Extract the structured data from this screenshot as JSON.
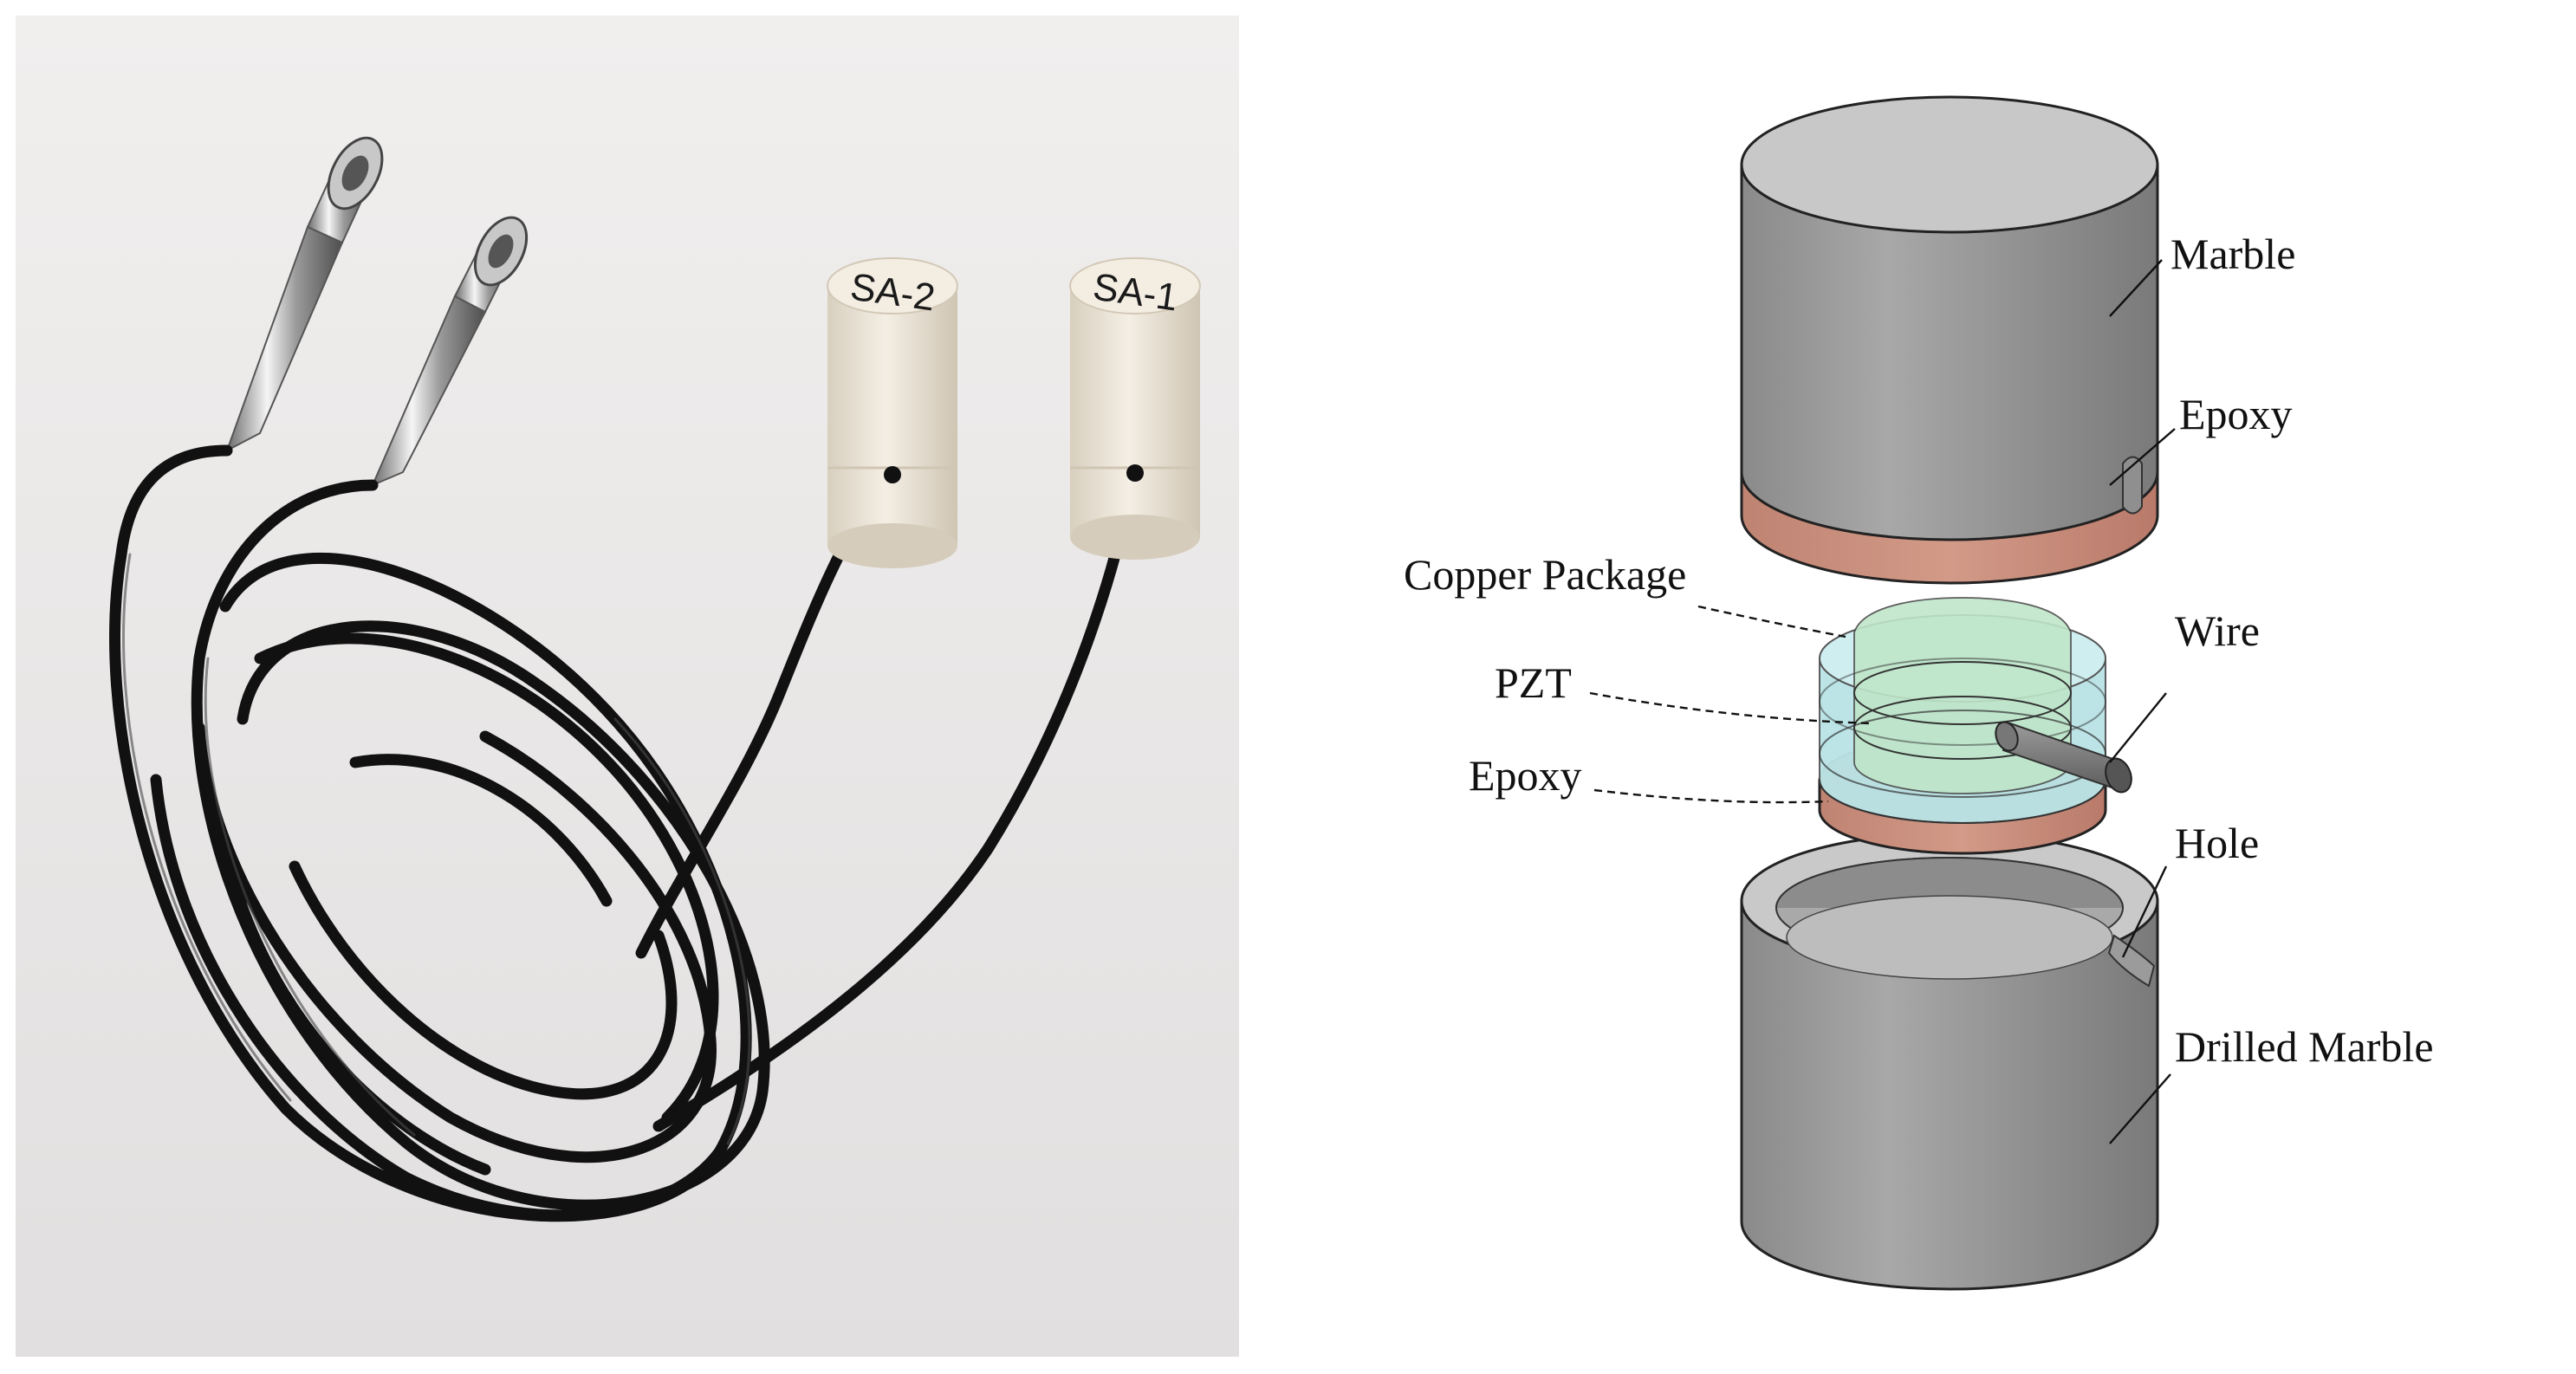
{
  "photo": {
    "sensor_tags": [
      "SA-2",
      "SA-1"
    ]
  },
  "diagram": {
    "labels": {
      "marble": "Marble",
      "epoxy_top": "Epoxy",
      "copper_package": "Copper Package",
      "wire": "Wire",
      "pzt": "PZT",
      "epoxy_bottom": "Epoxy",
      "hole": "Hole",
      "drilled_marble": "Drilled Marble"
    }
  },
  "colors": {
    "marble_gray": "#9a9a9a",
    "epoxy": "#c98d7c",
    "copper_package": "#b9e3e6",
    "pzt": "#bfe6c9",
    "cable": "#111111",
    "sensor_body": "#ece4d6"
  }
}
